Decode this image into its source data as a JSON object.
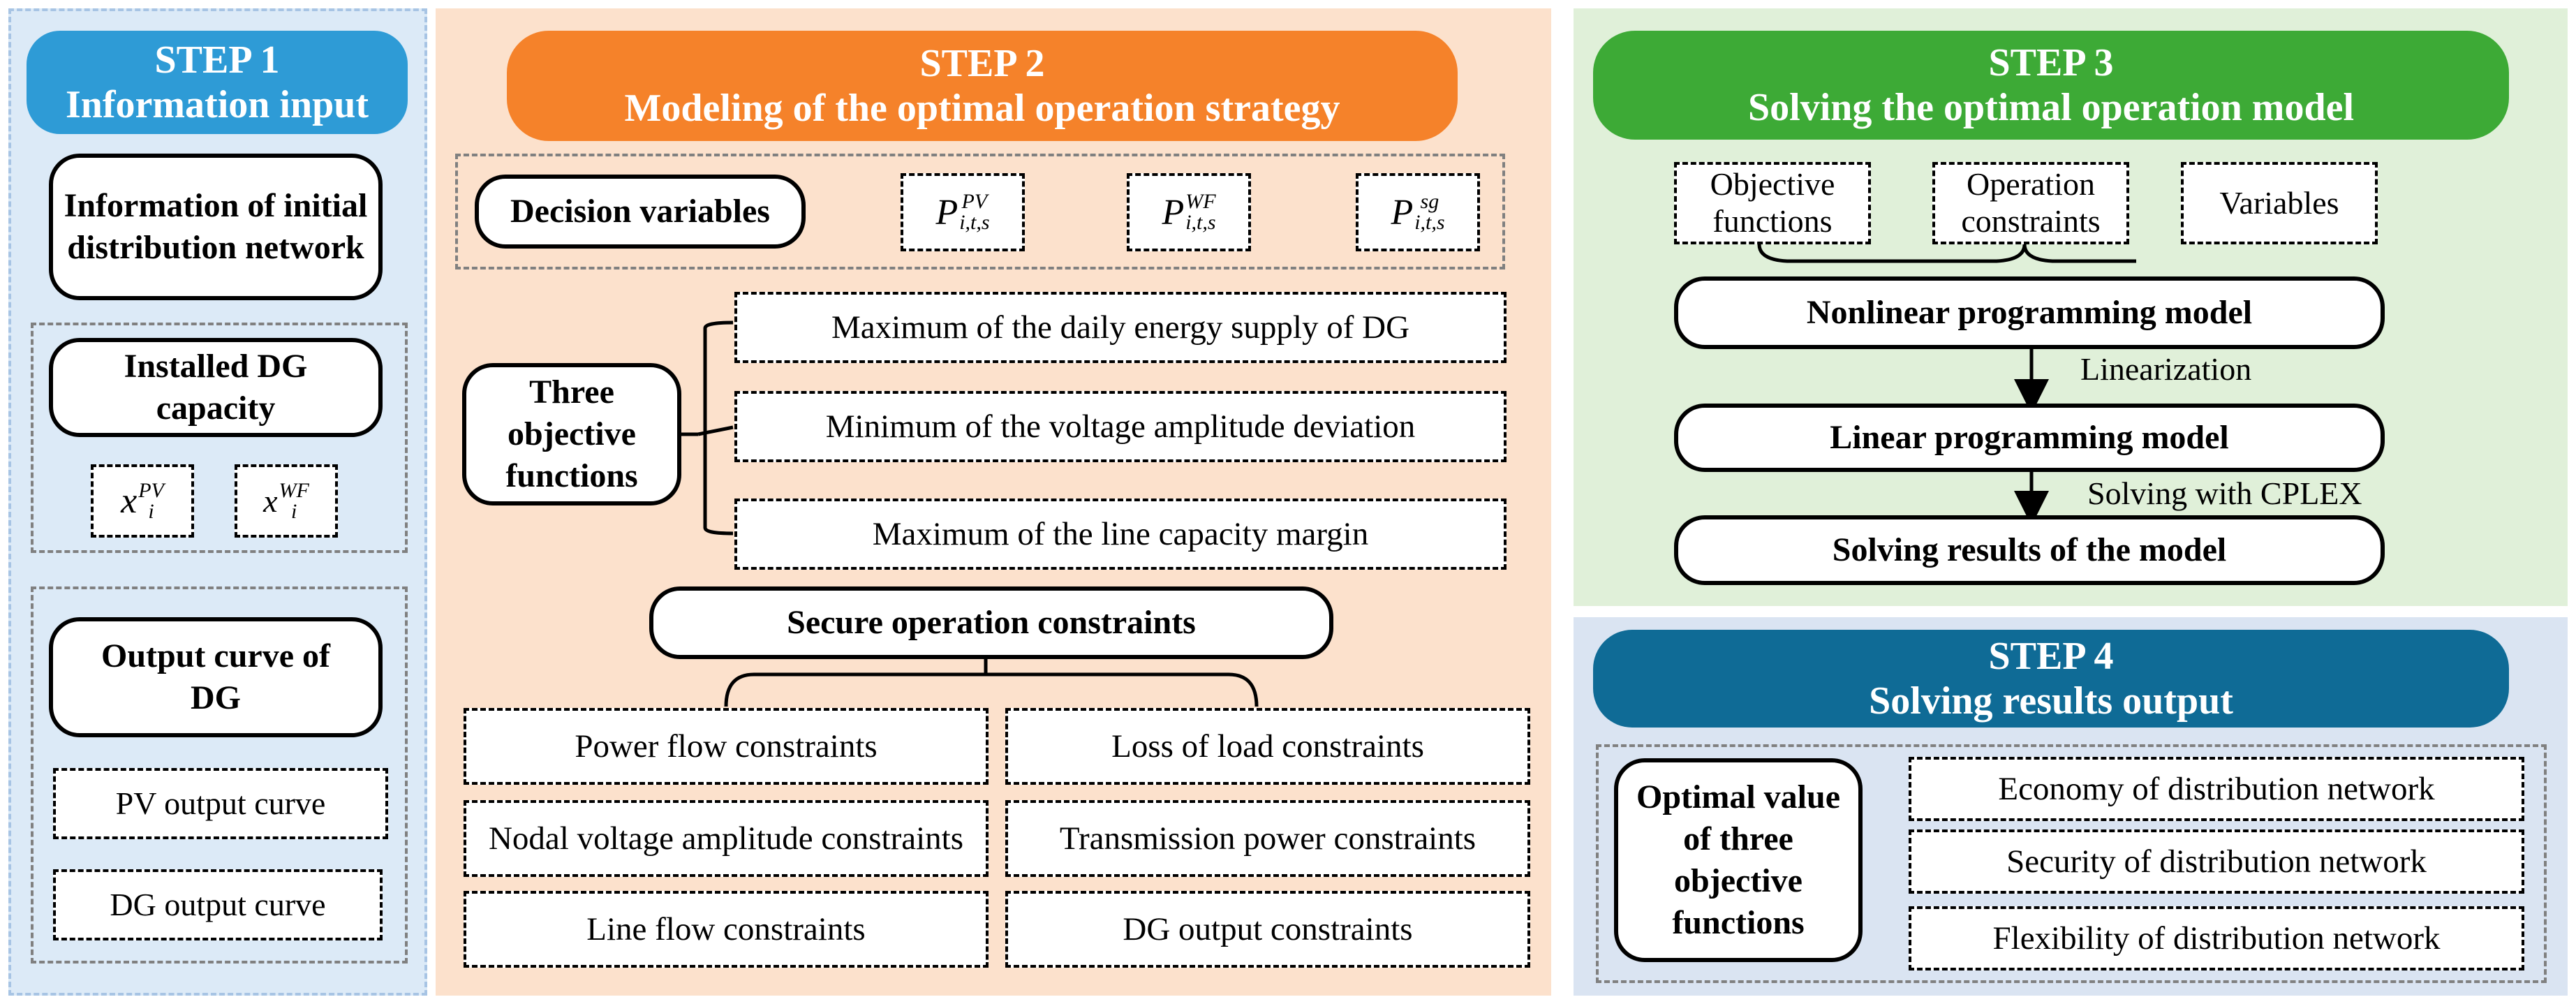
{
  "step1": {
    "title": "STEP 1",
    "subtitle": "Information input",
    "info_box": "Information of initial distribution network",
    "installed_box": "Installed DG capacity",
    "var_pv": {
      "base": "x",
      "sub": "i",
      "sup": "PV"
    },
    "var_wf": {
      "base": "x",
      "sub": "i",
      "sup": "WF"
    },
    "output_box": "Output curve of DG",
    "pv_curve": "PV output curve",
    "dg_curve": "DG output curve"
  },
  "step2": {
    "title": "STEP 2",
    "subtitle": "Modeling of the optimal operation strategy",
    "decision_label": "Decision variables",
    "dv_pv": {
      "base": "P",
      "sub": "i,t,s",
      "sup": "PV"
    },
    "dv_wf": {
      "base": "P",
      "sub": "i,t,s",
      "sup": "WF"
    },
    "dv_sg": {
      "base": "P",
      "sub": "i,t,s",
      "sup": "sg"
    },
    "three_obj": "Three objective functions",
    "objectives": [
      "Maximum of the daily energy supply of DG",
      "Minimum of the voltage amplitude deviation",
      "Maximum of the line capacity margin"
    ],
    "secure_label": "Secure operation constraints",
    "constraints": [
      "Power flow constraints",
      "Loss of load constraints",
      "Nodal voltage amplitude constraints",
      "Transmission power constraints",
      "Line flow constraints",
      "DG output constraints"
    ]
  },
  "step3": {
    "title": "STEP 3",
    "subtitle": "Solving the optimal operation model",
    "inputs": [
      "Objective functions",
      "Operation constraints",
      "Variables"
    ],
    "nonlinear": "Nonlinear programming model",
    "linearization": "Linearization",
    "linear": "Linear programming model",
    "cplex": "Solving with CPLEX",
    "results": "Solving results of the model"
  },
  "step4": {
    "title": "STEP 4",
    "subtitle": "Solving results output",
    "optimal": "Optimal value of three objective functions",
    "outputs": [
      "Economy of distribution network",
      "Security of distribution network",
      "Flexibility of distribution network"
    ]
  },
  "colors": {
    "step1_bg": "#DCEAF7",
    "step1_header": "#2E9BD6",
    "step2_bg": "#FCE1CC",
    "step2_header": "#F5822A",
    "step3_bg": "#E0F0D9",
    "step3_header": "#3DAA36",
    "step4_bg": "#DAE4F2",
    "step4_header": "#0F6B96"
  }
}
